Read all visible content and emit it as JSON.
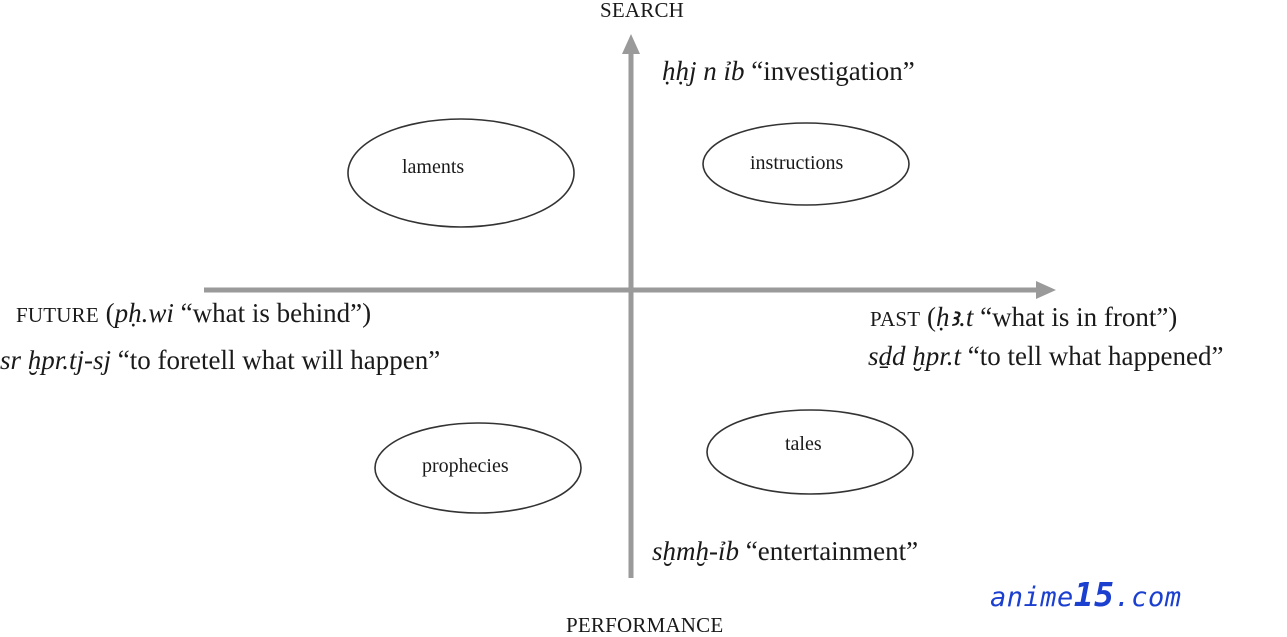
{
  "axes": {
    "top": "SEARCH",
    "bottom": "PERFORMANCE",
    "left": "FUTURE",
    "right": "PAST",
    "color": "#9a9a9a"
  },
  "search_term": {
    "word": "ḥḥj n ỉb",
    "gloss": "“investigation”"
  },
  "performance_term": {
    "word": "sḫmḫ-ỉb",
    "gloss": "“entertainment”"
  },
  "future": {
    "paren_open": "(",
    "word": "pḥ.wi",
    "gloss": "“what is behind”)",
    "line2_word": "sr ḫpr.tj-sj",
    "line2_gloss": "“to foretell what will happen”"
  },
  "past": {
    "paren_open": "(",
    "word": "ḥꜣ.t",
    "gloss": "“what is in front”)",
    "line2_word": "sḏd ḫpr.t",
    "line2_gloss": "“to tell what happened”"
  },
  "quadrants": {
    "top_left": "laments",
    "top_right": "instructions",
    "bottom_left": "prophecies",
    "bottom_right": "tales"
  },
  "watermark": {
    "prefix": "anime",
    "number": "15",
    "suffix": ".com",
    "color": "#1b3fcf"
  }
}
